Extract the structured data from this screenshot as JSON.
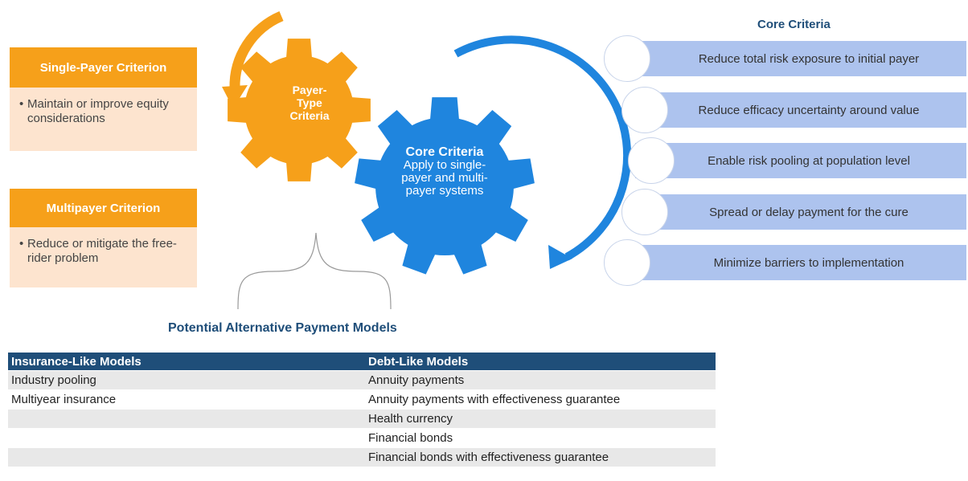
{
  "payer_criteria": {
    "single": {
      "title": "Single-Payer Criterion",
      "bullets": [
        "Maintain or improve equity considerations"
      ]
    },
    "multi": {
      "title": "Multipayer Criterion",
      "bullets": [
        "Reduce or mitigate the free-rider problem"
      ]
    }
  },
  "gears": {
    "payer_type": {
      "label_lines": [
        "Payer-",
        "Type",
        "Criteria"
      ],
      "color": "#f6a01a"
    },
    "core": {
      "title": "Core Criteria",
      "lines": [
        "Apply to single-",
        "payer and multi-",
        "payer systems"
      ],
      "color": "#1f85de"
    }
  },
  "core_criteria": {
    "title": "Core Criteria",
    "items": [
      "Reduce total risk exposure to initial payer",
      "Reduce efficacy uncertainty around value",
      "Enable risk pooling at population level",
      "Spread or delay payment for the cure",
      "Minimize barriers to implementation"
    ]
  },
  "apm": {
    "title": "Potential Alternative Payment Models",
    "headers": [
      "Insurance-Like Models",
      "Debt-Like Models"
    ],
    "rows": [
      [
        "Industry pooling",
        "Annuity payments"
      ],
      [
        "Multiyear insurance",
        "Annuity payments with effectiveness guarantee"
      ],
      [
        "",
        "Health currency"
      ],
      [
        "",
        "Financial bonds"
      ],
      [
        "",
        "Financial bonds with effectiveness guarantee"
      ]
    ]
  },
  "colors": {
    "orange": "#f6a01a",
    "light_orange": "#fde4cf",
    "blue": "#1f85de",
    "light_blue": "#adc3ee",
    "navy": "#1f4e79"
  }
}
